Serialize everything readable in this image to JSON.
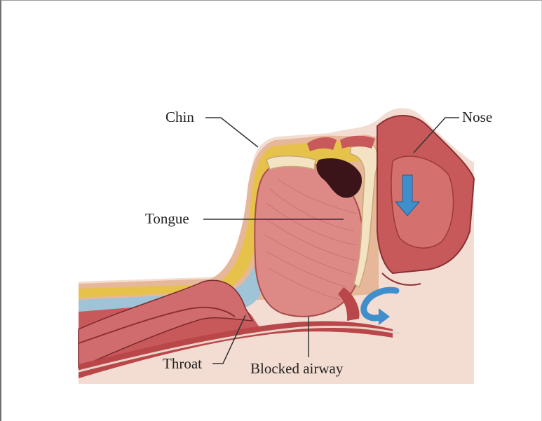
{
  "figure": {
    "labels": {
      "chin": "Chin",
      "nose": "Nose",
      "tongue": "Tongue",
      "throat": "Throat",
      "blocked_airway": "Blocked airway"
    },
    "colors": {
      "background_skin": "#f3ddd2",
      "skin_outer": "#e7b79a",
      "fat_layer": "#e6c24a",
      "muscle": "#c8595a",
      "tongue": "#dd8a86",
      "airway_dark": "#3a1418",
      "bone": "#f3e3c2",
      "airflow_arrow": "#3f8fcc",
      "leader_line": "#333333"
    }
  }
}
